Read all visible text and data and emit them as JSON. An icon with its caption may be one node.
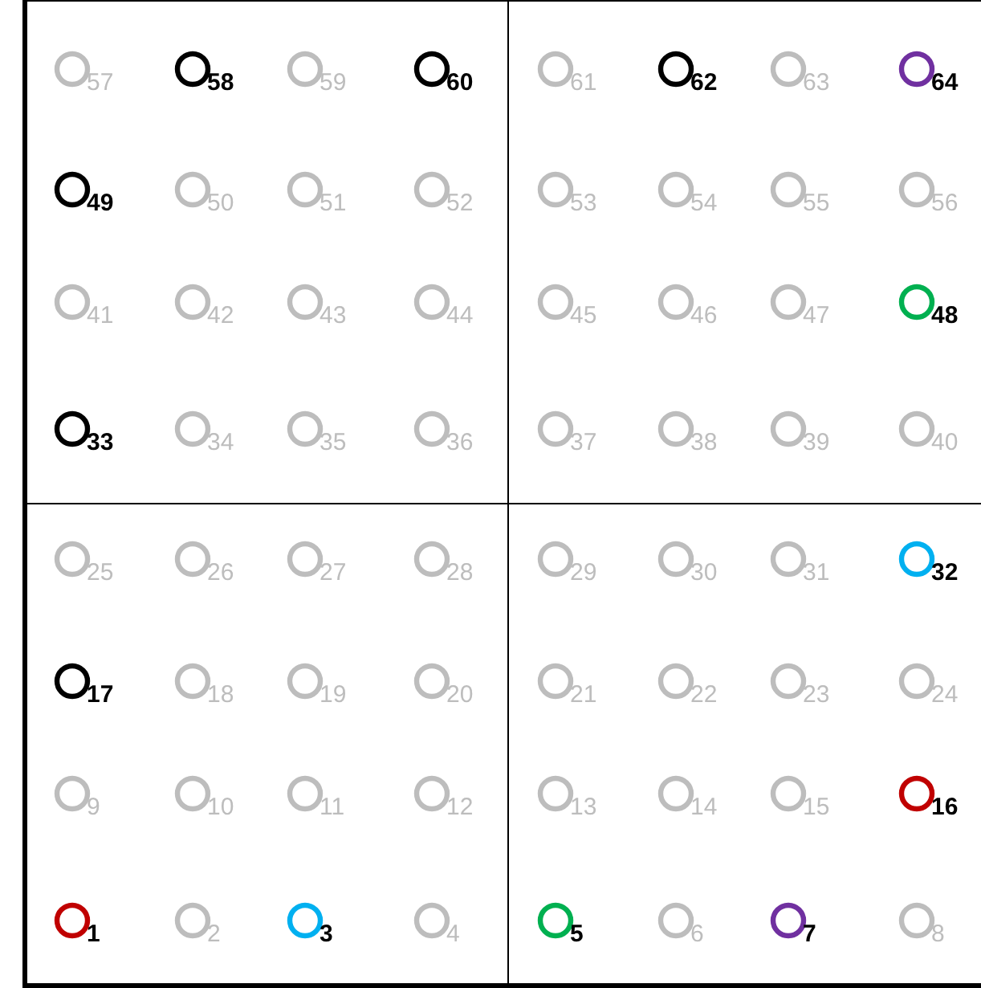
{
  "diagram": {
    "nodes": [
      {
        "text": [],
        "shape": "box"
      },
      {
        "text": [],
        "shape": "circle",
        "in": 0,
        "beside": [
          "57"
        ]
      },
      {
        "text": [],
        "shape": "circle",
        "in": 0,
        "beside": [
          "58"
        ]
      },
      {
        "text": [],
        "shape": "circle",
        "in": 0,
        "beside": [
          "59"
        ]
      },
      {
        "text": [],
        "shape": "circle",
        "in": 0,
        "beside": [
          "60"
        ]
      },
      {
        "text": [],
        "shape": "circle",
        "in": 0,
        "beside": [
          "49"
        ]
      },
      {
        "text": [],
        "shape": "circle",
        "in": 0,
        "beside": [
          "50"
        ]
      },
      {
        "text": [],
        "shape": "circle",
        "in": 0,
        "beside": [
          "51"
        ]
      },
      {
        "text": [],
        "shape": "circle",
        "in": 0,
        "beside": [
          "52"
        ]
      },
      {
        "text": [],
        "shape": "circle",
        "in": 0,
        "beside": [
          "41"
        ]
      },
      {
        "text": [],
        "shape": "circle",
        "in": 0,
        "beside": [
          "42"
        ]
      },
      {
        "text": [],
        "shape": "circle",
        "in": 0,
        "beside": [
          "43"
        ]
      },
      {
        "text": [],
        "shape": "circle",
        "in": 0,
        "beside": [
          "44"
        ]
      },
      {
        "text": [],
        "shape": "circle",
        "in": 0,
        "beside": [
          "33"
        ]
      },
      {
        "text": [],
        "shape": "circle",
        "in": 0,
        "beside": [
          "34"
        ]
      },
      {
        "text": [],
        "shape": "circle",
        "in": 0,
        "beside": [
          "35"
        ]
      },
      {
        "text": [],
        "shape": "circle",
        "in": 0,
        "beside": [
          "36"
        ]
      },
      {
        "text": [],
        "shape": "box"
      },
      {
        "text": [],
        "shape": "circle",
        "in": 17,
        "beside": [
          "61"
        ]
      },
      {
        "text": [],
        "shape": "circle",
        "in": 17,
        "beside": [
          "62"
        ]
      },
      {
        "text": [],
        "shape": "circle",
        "in": 17,
        "beside": [
          "63"
        ]
      },
      {
        "text": [],
        "shape": "circle",
        "in": 17,
        "beside": [
          "64"
        ]
      },
      {
        "text": [],
        "shape": "circle",
        "in": 17,
        "beside": [
          "53"
        ]
      },
      {
        "text": [],
        "shape": "circle",
        "in": 17,
        "beside": [
          "54"
        ]
      },
      {
        "text": [],
        "shape": "circle",
        "in": 17,
        "beside": [
          "55"
        ]
      },
      {
        "text": [],
        "shape": "circle",
        "in": 17,
        "beside": [
          "56"
        ]
      },
      {
        "text": [],
        "shape": "circle",
        "in": 17,
        "beside": [
          "45"
        ]
      },
      {
        "text": [],
        "shape": "circle",
        "in": 17,
        "beside": [
          "46"
        ]
      },
      {
        "text": [],
        "shape": "circle",
        "in": 17,
        "beside": [
          "47"
        ]
      },
      {
        "text": [],
        "shape": "circle",
        "in": 17,
        "beside": [
          "48"
        ]
      },
      {
        "text": [],
        "shape": "circle",
        "in": 17,
        "beside": [
          "37"
        ]
      },
      {
        "text": [],
        "shape": "circle",
        "in": 17,
        "beside": [
          "38"
        ]
      },
      {
        "text": [],
        "shape": "circle",
        "in": 17,
        "beside": [
          "39"
        ]
      },
      {
        "text": [],
        "shape": "circle",
        "in": 17,
        "beside": [
          "40"
        ]
      },
      {
        "text": [],
        "shape": "box"
      },
      {
        "text": [],
        "shape": "circle",
        "in": 34,
        "beside": [
          "25"
        ]
      },
      {
        "text": [],
        "shape": "circle",
        "in": 34,
        "beside": [
          "26"
        ]
      },
      {
        "text": [],
        "shape": "circle",
        "in": 34,
        "beside": [
          "27"
        ]
      },
      {
        "text": [],
        "shape": "circle",
        "in": 34,
        "beside": [
          "28"
        ]
      },
      {
        "text": [],
        "shape": "circle",
        "in": 34,
        "beside": [
          "17"
        ]
      },
      {
        "text": [],
        "shape": "circle",
        "in": 34,
        "beside": [
          "18"
        ]
      },
      {
        "text": [],
        "shape": "circle",
        "in": 34,
        "beside": [
          "19"
        ]
      },
      {
        "text": [],
        "shape": "circle",
        "in": 34,
        "beside": [
          "20"
        ]
      },
      {
        "text": [],
        "shape": "circle",
        "in": 34,
        "beside": [
          "9"
        ]
      },
      {
        "text": [],
        "shape": "circle",
        "in": 34,
        "beside": [
          "10"
        ]
      },
      {
        "text": [],
        "shape": "circle",
        "in": 34,
        "beside": [
          "11"
        ]
      },
      {
        "text": [],
        "shape": "circle",
        "in": 34,
        "beside": [
          "12"
        ]
      },
      {
        "text": [],
        "shape": "circle",
        "in": 34,
        "beside": [
          "1"
        ]
      },
      {
        "text": [],
        "shape": "circle",
        "in": 34,
        "beside": [
          "2"
        ]
      },
      {
        "text": [],
        "shape": "circle",
        "in": 34,
        "beside": [
          "3"
        ]
      },
      {
        "text": [],
        "shape": "circle",
        "in": 34,
        "beside": [
          "4"
        ]
      },
      {
        "text": [],
        "shape": "box"
      },
      {
        "text": [],
        "shape": "circle",
        "in": 51,
        "beside": [
          "29"
        ]
      },
      {
        "text": [],
        "shape": "circle",
        "in": 51,
        "beside": [
          "30"
        ]
      },
      {
        "text": [],
        "shape": "circle",
        "in": 51,
        "beside": [
          "31"
        ]
      },
      {
        "text": [],
        "shape": "circle",
        "in": 51,
        "beside": [
          "32"
        ]
      },
      {
        "text": [],
        "shape": "circle",
        "in": 51,
        "beside": [
          "21"
        ]
      },
      {
        "text": [],
        "shape": "circle",
        "in": 51,
        "beside": [
          "22"
        ]
      },
      {
        "text": [],
        "shape": "circle",
        "in": 51,
        "beside": [
          "23"
        ]
      },
      {
        "text": [],
        "shape": "circle",
        "in": 51,
        "beside": [
          "24"
        ]
      },
      {
        "text": [],
        "shape": "circle",
        "in": 51,
        "beside": [
          "13"
        ]
      },
      {
        "text": [],
        "shape": "circle",
        "in": 51,
        "beside": [
          "14"
        ]
      },
      {
        "text": [],
        "shape": "circle",
        "in": 51,
        "beside": [
          "15"
        ]
      },
      {
        "text": [],
        "shape": "circle",
        "in": 51,
        "beside": [
          "16"
        ]
      },
      {
        "text": [],
        "shape": "circle",
        "in": 51,
        "beside": [
          "5"
        ]
      },
      {
        "text": [],
        "shape": "circle",
        "in": 51,
        "beside": [
          "6"
        ]
      },
      {
        "text": [],
        "shape": "circle",
        "in": 51,
        "beside": [
          "7"
        ]
      },
      {
        "text": [],
        "shape": "circle",
        "in": 51,
        "beside": [
          "8"
        ]
      }
    ]
  }
}
